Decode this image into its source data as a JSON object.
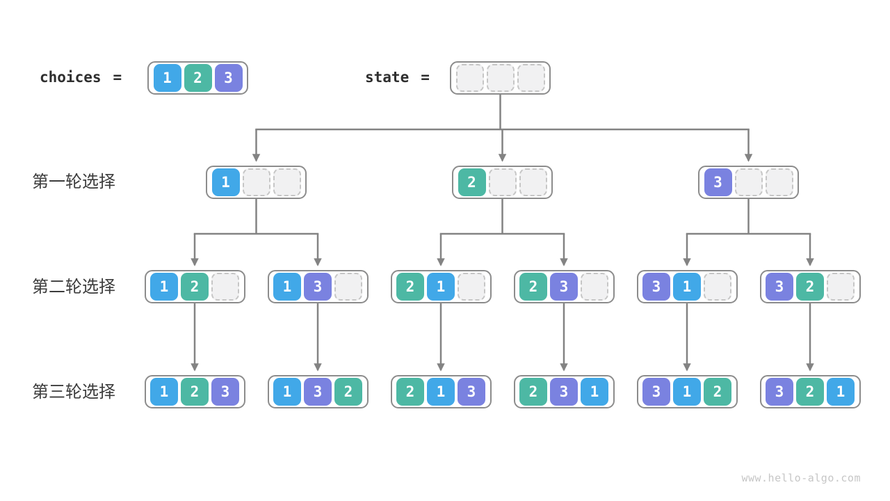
{
  "colors": {
    "1": "#41A8E8",
    "2": "#4DB8A4",
    "3": "#7A82E0",
    "empty_fill": "#F1F1F2",
    "empty_border": "#C6C6C6",
    "container_border": "#8C8C8C",
    "arrow": "#838383",
    "label_text": "#3C3C3C",
    "watermark_text": "#C6C6C6"
  },
  "header": {
    "choices_label": "choices",
    "choices_equals": "=",
    "choices_cells": [
      "1",
      "2",
      "3"
    ],
    "state_label": "state",
    "state_equals": "=",
    "state_cells": [
      "",
      "",
      ""
    ]
  },
  "tree": {
    "state_children": [
      0,
      1,
      2
    ],
    "rows": [
      {
        "label": "第一轮选择",
        "nodes": [
          {
            "cells": [
              "1",
              "",
              ""
            ],
            "children": [
              0,
              1
            ]
          },
          {
            "cells": [
              "2",
              "",
              ""
            ],
            "children": [
              2,
              3
            ]
          },
          {
            "cells": [
              "3",
              "",
              ""
            ],
            "children": [
              4,
              5
            ]
          }
        ]
      },
      {
        "label": "第二轮选择",
        "nodes": [
          {
            "cells": [
              "1",
              "2",
              ""
            ],
            "children": [
              0
            ]
          },
          {
            "cells": [
              "1",
              "3",
              ""
            ],
            "children": [
              1
            ]
          },
          {
            "cells": [
              "2",
              "1",
              ""
            ],
            "children": [
              2
            ]
          },
          {
            "cells": [
              "2",
              "3",
              ""
            ],
            "children": [
              3
            ]
          },
          {
            "cells": [
              "3",
              "1",
              ""
            ],
            "children": [
              4
            ]
          },
          {
            "cells": [
              "3",
              "2",
              ""
            ],
            "children": [
              5
            ]
          }
        ]
      },
      {
        "label": "第三轮选择",
        "nodes": [
          {
            "cells": [
              "1",
              "2",
              "3"
            ]
          },
          {
            "cells": [
              "1",
              "3",
              "2"
            ]
          },
          {
            "cells": [
              "2",
              "1",
              "3"
            ]
          },
          {
            "cells": [
              "2",
              "3",
              "1"
            ]
          },
          {
            "cells": [
              "3",
              "1",
              "2"
            ]
          },
          {
            "cells": [
              "3",
              "2",
              "1"
            ]
          }
        ]
      }
    ]
  },
  "watermark": "www.hello-algo.com"
}
